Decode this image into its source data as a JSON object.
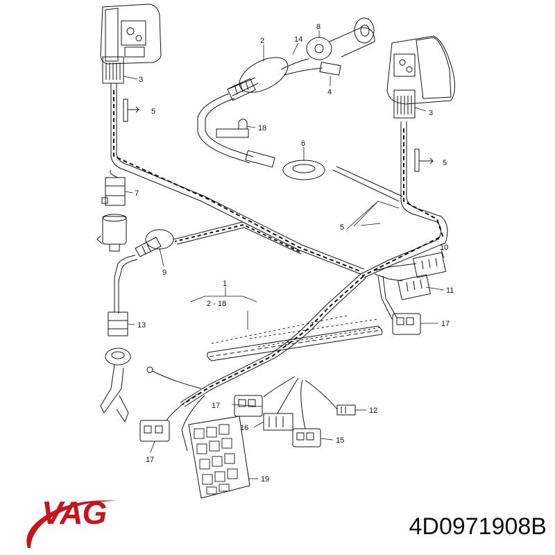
{
  "brand": {
    "name": "VAG",
    "color": "#c8141e"
  },
  "part_number": "4D0971908B",
  "callouts": {
    "c1": "1",
    "c1_range": "2 - 18",
    "c2": "2",
    "c3a": "3",
    "c3b": "3",
    "c4": "4",
    "c5a": "5",
    "c5b": "5",
    "c5c": "5",
    "c6": "6",
    "c7": "7",
    "c8": "8",
    "c9": "9",
    "c10": "10",
    "c11": "11",
    "c12": "12",
    "c13": "13",
    "c14": "14",
    "c15": "15",
    "c16": "16",
    "c17a": "17",
    "c17b": "17",
    "c17c": "17",
    "c18": "18",
    "c19": "19"
  }
}
